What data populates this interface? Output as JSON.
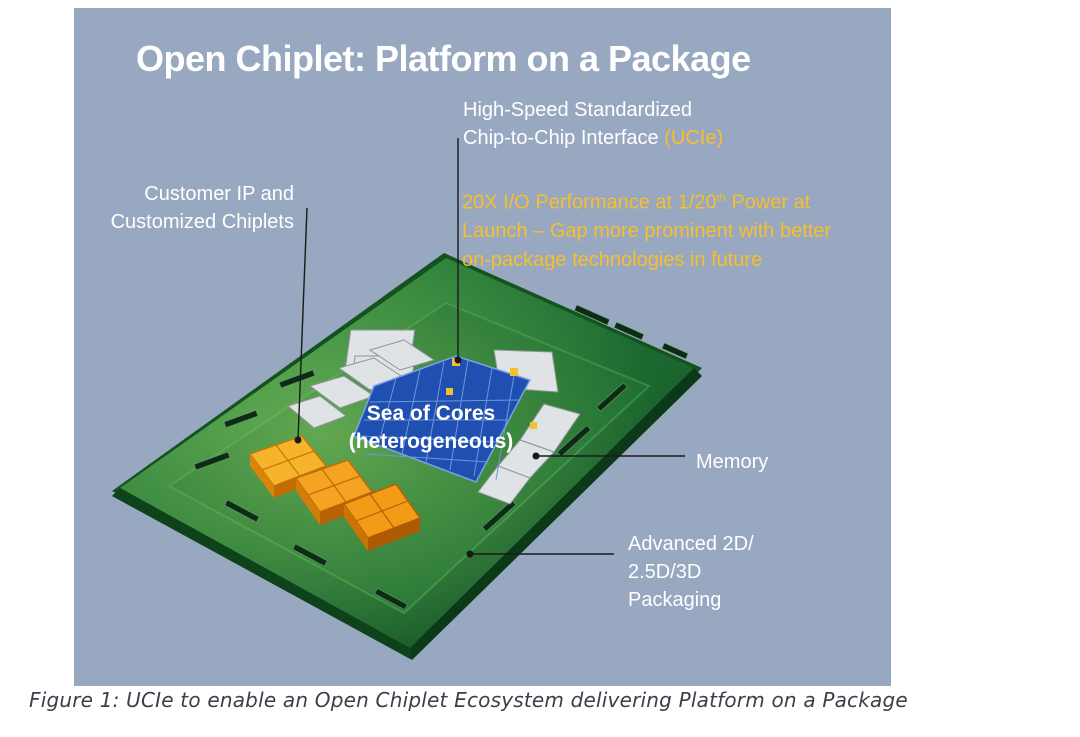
{
  "slide": {
    "title": "Open Chiplet: Platform on a Package",
    "labels": {
      "ucie_line1": "High-Speed Standardized",
      "ucie_line2": "Chip-to-Chip Interface",
      "ucie_tag": "(UCIe)",
      "perf_line1_pre": "20X I/O Performance at 1/20",
      "perf_line1_sup": "th",
      "perf_line1_post": " Power at",
      "perf_line2": "Launch – Gap more prominent with better",
      "perf_line3": "on-package technologies in future",
      "customer_line1": "Customer IP and",
      "customer_line2": "Customized Chiplets",
      "cores_line1": "Sea of Cores",
      "cores_line2": "(heterogeneous)",
      "memory": "Memory",
      "packaging_line1": "Advanced 2D/",
      "packaging_line2": "2.5D/3D",
      "packaging_line3": "Packaging"
    }
  },
  "caption": "Figure 1: UCIe to enable an Open Chiplet Ecosystem delivering Platform on a Package",
  "colors": {
    "slide_background": "#98a8c0",
    "package_green": "#1f6e33",
    "core_blue": "#1f4fb0",
    "chiplet_orange": "#f39a16",
    "memory_silver": "#dfe3e6",
    "highlight_yellow": "#f6bf2c"
  }
}
